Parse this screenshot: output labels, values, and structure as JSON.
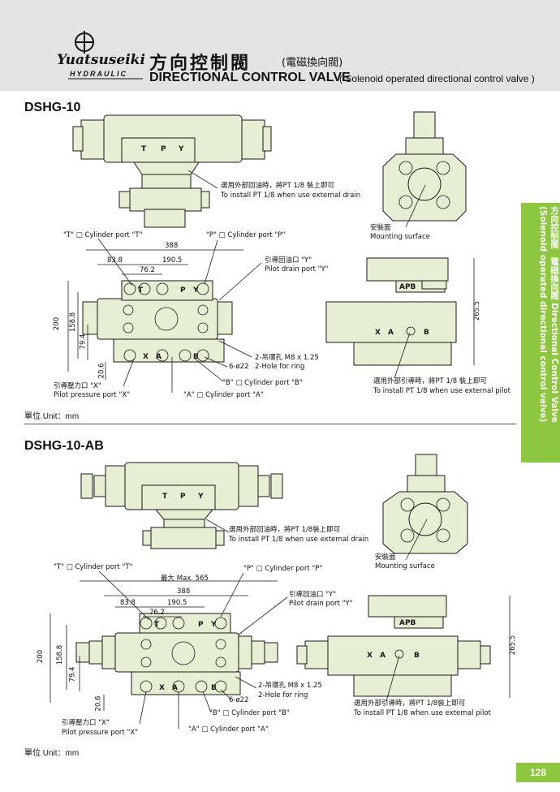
{
  "header": {
    "brand_name": "Yuatsuseiki",
    "brand_sub": "HYDRAULIC",
    "title_cn": "方向控制閥",
    "title_cn_sub": "(電磁換向閥)",
    "title_en": "DIRECTIONAL CONTROL VALVE",
    "title_en_sub": "( Solenoid operated directional control valve )"
  },
  "side_tab": {
    "cn": "方向控制閥　電磁換向閥",
    "en": "Directional Control Valve (Solenoid operated directional control valve)"
  },
  "page_number": "128",
  "unit_label": "單位 Unit：mm",
  "colors": {
    "body_fill": "#e6efd3",
    "accent": "#8dc63f",
    "line": "#1a1a1a"
  },
  "section1": {
    "title": "DSHG-10",
    "drain_note_cn": "選用外部回油時，將PT 1/8 裝上即可",
    "drain_note_en": "To install PT 1/8 when use external drain",
    "mount_cn": "安裝面",
    "mount_en": "Mounting surface",
    "port_t": "\"T\" □ Cylinder port \"T\"",
    "port_p": "\"P\" □ Cylinder port \"P\"",
    "dim_388": "388",
    "dim_838": "83.8",
    "dim_1905": "190.5",
    "dim_762": "76.2",
    "drain_y_cn": "引導回油口 \"Y\"",
    "drain_y_en": "Pilot drain port \"Y\"",
    "dim_200": "200",
    "dim_1588": "158.8",
    "dim_794": "79.4",
    "dim_206": "20.6",
    "hole_m8": "2-吊環孔 M8 x 1.25",
    "hole_ring": "2-Hole for ring",
    "hole_d22": "6-ø22",
    "port_b": "\"B\" □ Cylinder port \"B\"",
    "port_a": "\"A\" □ Cylinder port \"A\"",
    "pilot_x_cn": "引導壓力口 \"X\"",
    "pilot_x_en": "Pilot pressure port \"X\"",
    "dim_2655": "265.5",
    "pilot_note_cn": "選用外部引導時，將PT 1/8 裝上即可",
    "pilot_note_en": "To install PT 1/8 when use external pilot"
  },
  "section2": {
    "title": "DSHG-10-AB",
    "max_565": "最大 Max. 565",
    "drain_note_cn": "選用外部回油時，將PT 1/8裝上即可",
    "drain_note_en": "To install PT 1/8 when use external drain",
    "mount_cn": "安裝面",
    "mount_en": "Mounting surface",
    "port_t": "\"T\" □ Cylinder port \"T\"",
    "port_p": "\"P\" □ Cylinder port \"P\"",
    "dim_388": "388",
    "dim_838": "83.8",
    "dim_1905": "190.5",
    "dim_762": "76.2",
    "drain_y_cn": "引導回油口 \"Y\"",
    "drain_y_en": "Pilot drain port \"Y\"",
    "dim_200": "200",
    "dim_1588": "158.8",
    "dim_794": "79.4",
    "dim_206": "20.6",
    "hole_m8": "2-吊環孔 M8 x 1.25",
    "hole_ring": "2-Hole for ring",
    "hole_d22": "6-ø22",
    "port_b": "\"B\" □ Cylinder port \"B\"",
    "port_a": "\"A\" □ Cylinder port \"A\"",
    "pilot_x_cn": "引導壓力口 \"X\"",
    "pilot_x_en": "Pilot pressure port \"X\"",
    "dim_2655": "265.5",
    "pilot_note_cn": "選用外部引導時，將PT 1/8裝上即可",
    "pilot_note_en": "To install PT 1/8 when use external pilot"
  },
  "marks": {
    "t": "T",
    "p": "P",
    "y": "Y",
    "x": "X",
    "a": "A",
    "b": "B",
    "apb": "APB"
  }
}
